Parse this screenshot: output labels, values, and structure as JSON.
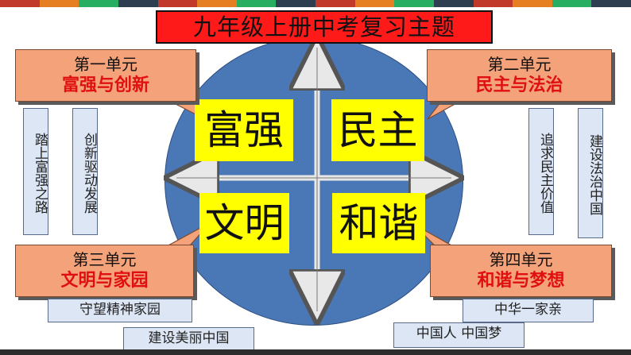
{
  "colors": {
    "title_bg": "#ff1a1a",
    "circle": "#4a78b6",
    "word_bg": "#ffff00",
    "callout_bg": "#f4a27a",
    "callout_title": "#e01010",
    "box_bg": "#dce6f4",
    "stripe": [
      "#c0392b",
      "#e67e22",
      "#27ae60",
      "#2c3e50",
      "#c0392b",
      "#e67e22",
      "#27ae60",
      "#2c3e50",
      "#c0392b",
      "#e67e22",
      "#27ae60",
      "#2c3e50",
      "#c0392b",
      "#e67e22",
      "#27ae60",
      "#2c3e50"
    ]
  },
  "title": "九年级上册中考复习主题",
  "words": {
    "top_left": "富强",
    "top_right": "民主",
    "bottom_left": "文明",
    "bottom_right": "和谐"
  },
  "units": [
    {
      "unit": "第一单元",
      "topic": "富强与创新"
    },
    {
      "unit": "第二单元",
      "topic": "民主与法治"
    },
    {
      "unit": "第三单元",
      "topic": "文明与家园"
    },
    {
      "unit": "第四单元",
      "topic": "和谐与梦想"
    }
  ],
  "lessons": {
    "unit1_a": "踏上富强之路",
    "unit1_b": "创新驱动发展",
    "unit2_a": "追求民主价值",
    "unit2_b": "建设法治中国",
    "unit3_a": "守望精神家园",
    "unit3_b": "建设美丽中国",
    "unit4_a": "中华一家亲",
    "unit4_b": "中国人  中国梦"
  }
}
